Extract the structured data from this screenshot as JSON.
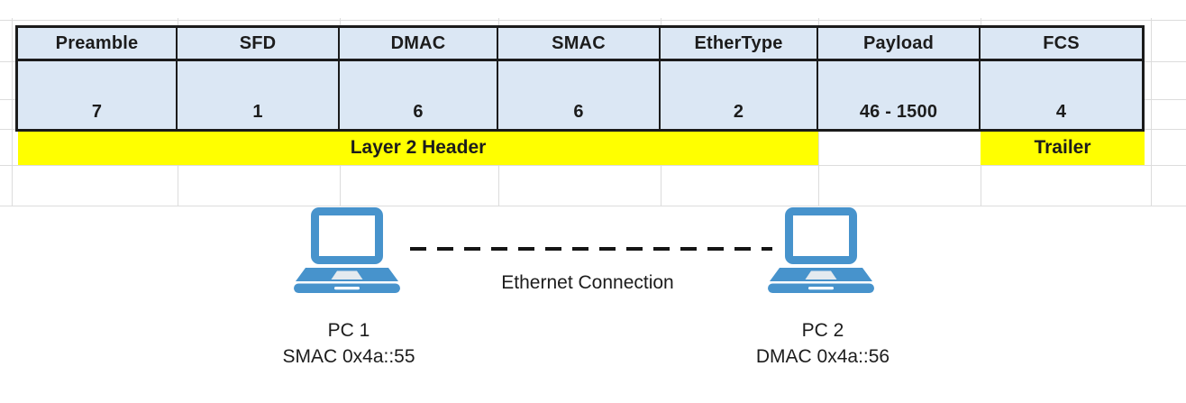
{
  "frame_table": {
    "columns": [
      {
        "name": "Preamble",
        "bytes": "7"
      },
      {
        "name": "SFD",
        "bytes": "1"
      },
      {
        "name": "DMAC",
        "bytes": "6"
      },
      {
        "name": "SMAC",
        "bytes": "6"
      },
      {
        "name": "EtherType",
        "bytes": "2"
      },
      {
        "name": "Payload",
        "bytes": "46 - 1500"
      },
      {
        "name": "FCS",
        "bytes": "4"
      }
    ],
    "layer2_band_label": "Layer 2 Header",
    "trailer_band_label": "Trailer"
  },
  "diagram": {
    "connection_label": "Ethernet Connection",
    "pc1": {
      "name": "PC 1",
      "address": "SMAC 0x4a::55",
      "icon": "laptop-icon"
    },
    "pc2": {
      "name": "PC 2",
      "address": "DMAC 0x4a::56",
      "icon": "laptop-icon"
    }
  },
  "colors": {
    "cell_fill": "#dbe7f4",
    "band_yellow": "#ffff00",
    "laptop_blue": "#4793cc",
    "border_dark": "#1b1b1b",
    "gridline": "#dcdcdc",
    "text_dark": "#1c1c1c"
  }
}
